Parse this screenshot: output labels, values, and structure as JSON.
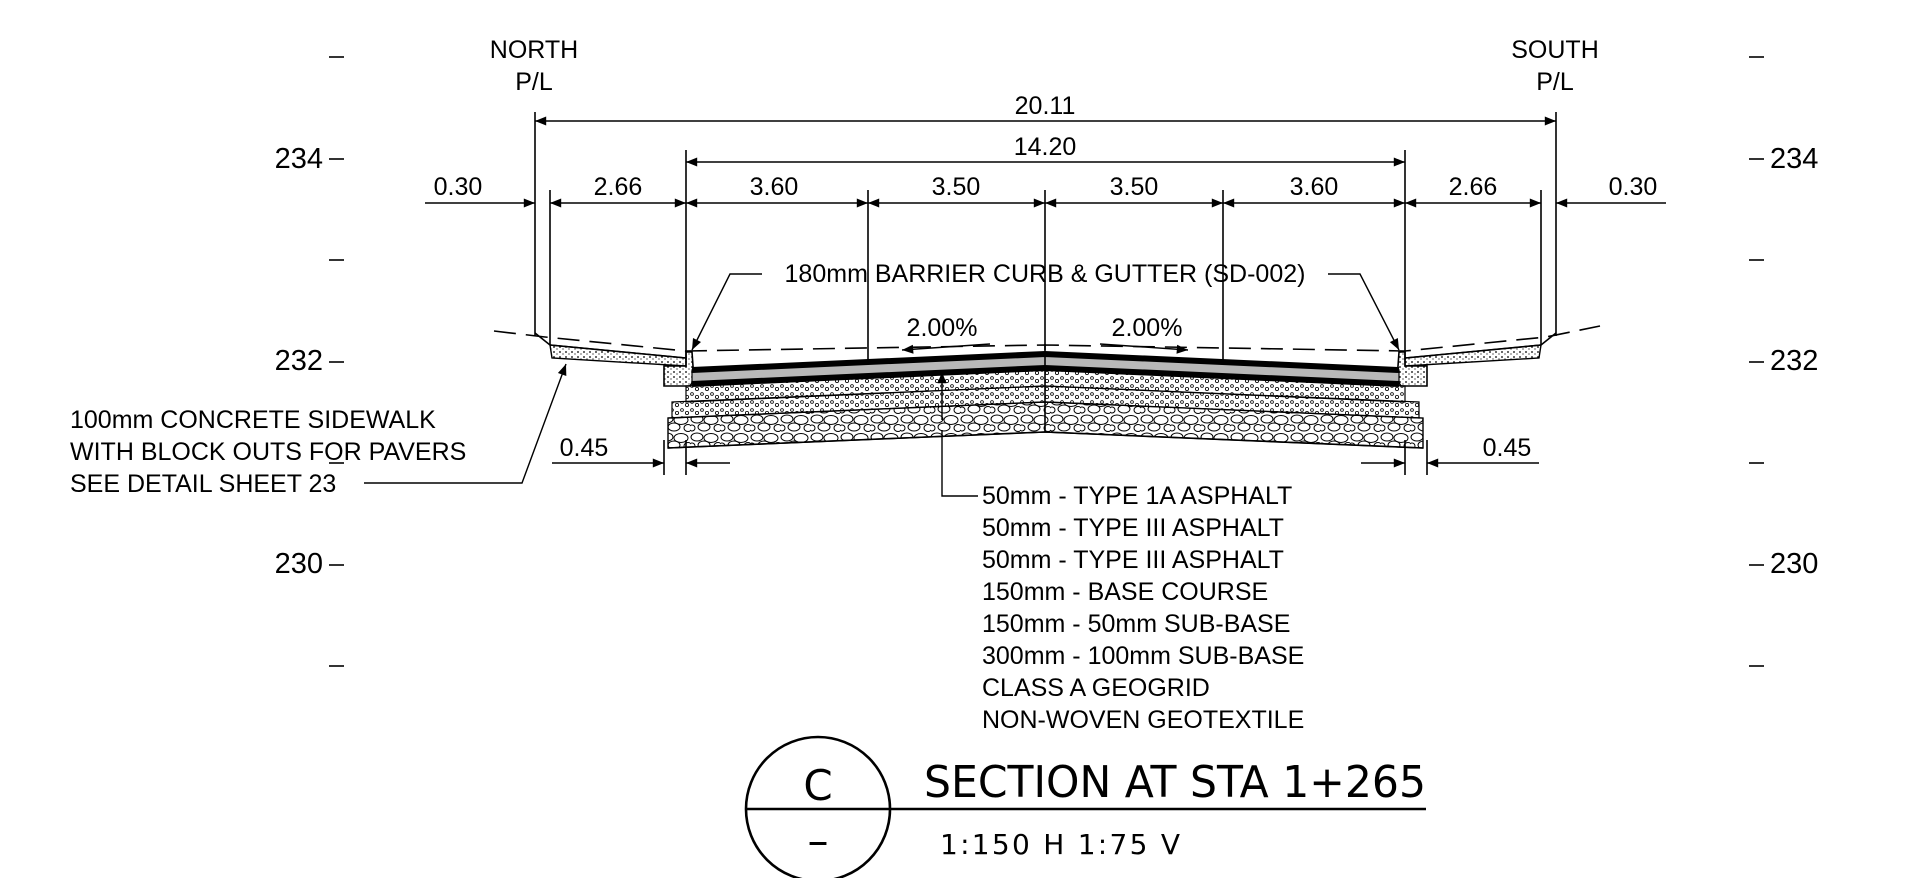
{
  "property_lines": {
    "north": {
      "line1": "NORTH",
      "line2": "P/L"
    },
    "south": {
      "line1": "SOUTH",
      "line2": "P/L"
    }
  },
  "elevations": [
    "234",
    "232",
    "230"
  ],
  "dimensions": {
    "overall": "20.11",
    "roadway": "14.20",
    "segments": [
      "0.30",
      "2.66",
      "3.60",
      "3.50",
      "3.50",
      "3.60",
      "2.66",
      "0.30"
    ],
    "offset_left": "0.45",
    "offset_right": "0.45"
  },
  "slopes": {
    "left": "2.00%",
    "right": "2.00%"
  },
  "callouts": {
    "curb": "180mm BARRIER CURB & GUTTER (SD-002)",
    "sidewalk": [
      "100mm CONCRETE SIDEWALK",
      "WITH BLOCK OUTS  FOR PAVERS",
      "SEE DETAIL SHEET 23"
    ]
  },
  "pavement_layers": [
    "50mm - TYPE 1A ASPHALT",
    "50mm - TYPE III ASPHALT",
    "50mm - TYPE III ASPHALT",
    "150mm - BASE COURSE",
    "150mm - 50mm SUB-BASE",
    "300mm - 100mm SUB-BASE",
    "CLASS A GEOGRID",
    "NON-WOVEN GEOTEXTILE"
  ],
  "title_block": {
    "section_letter": "C",
    "sheet_ref": "–",
    "title": "SECTION AT STA 1+265",
    "scale": "1:150 H 1:75 V"
  }
}
